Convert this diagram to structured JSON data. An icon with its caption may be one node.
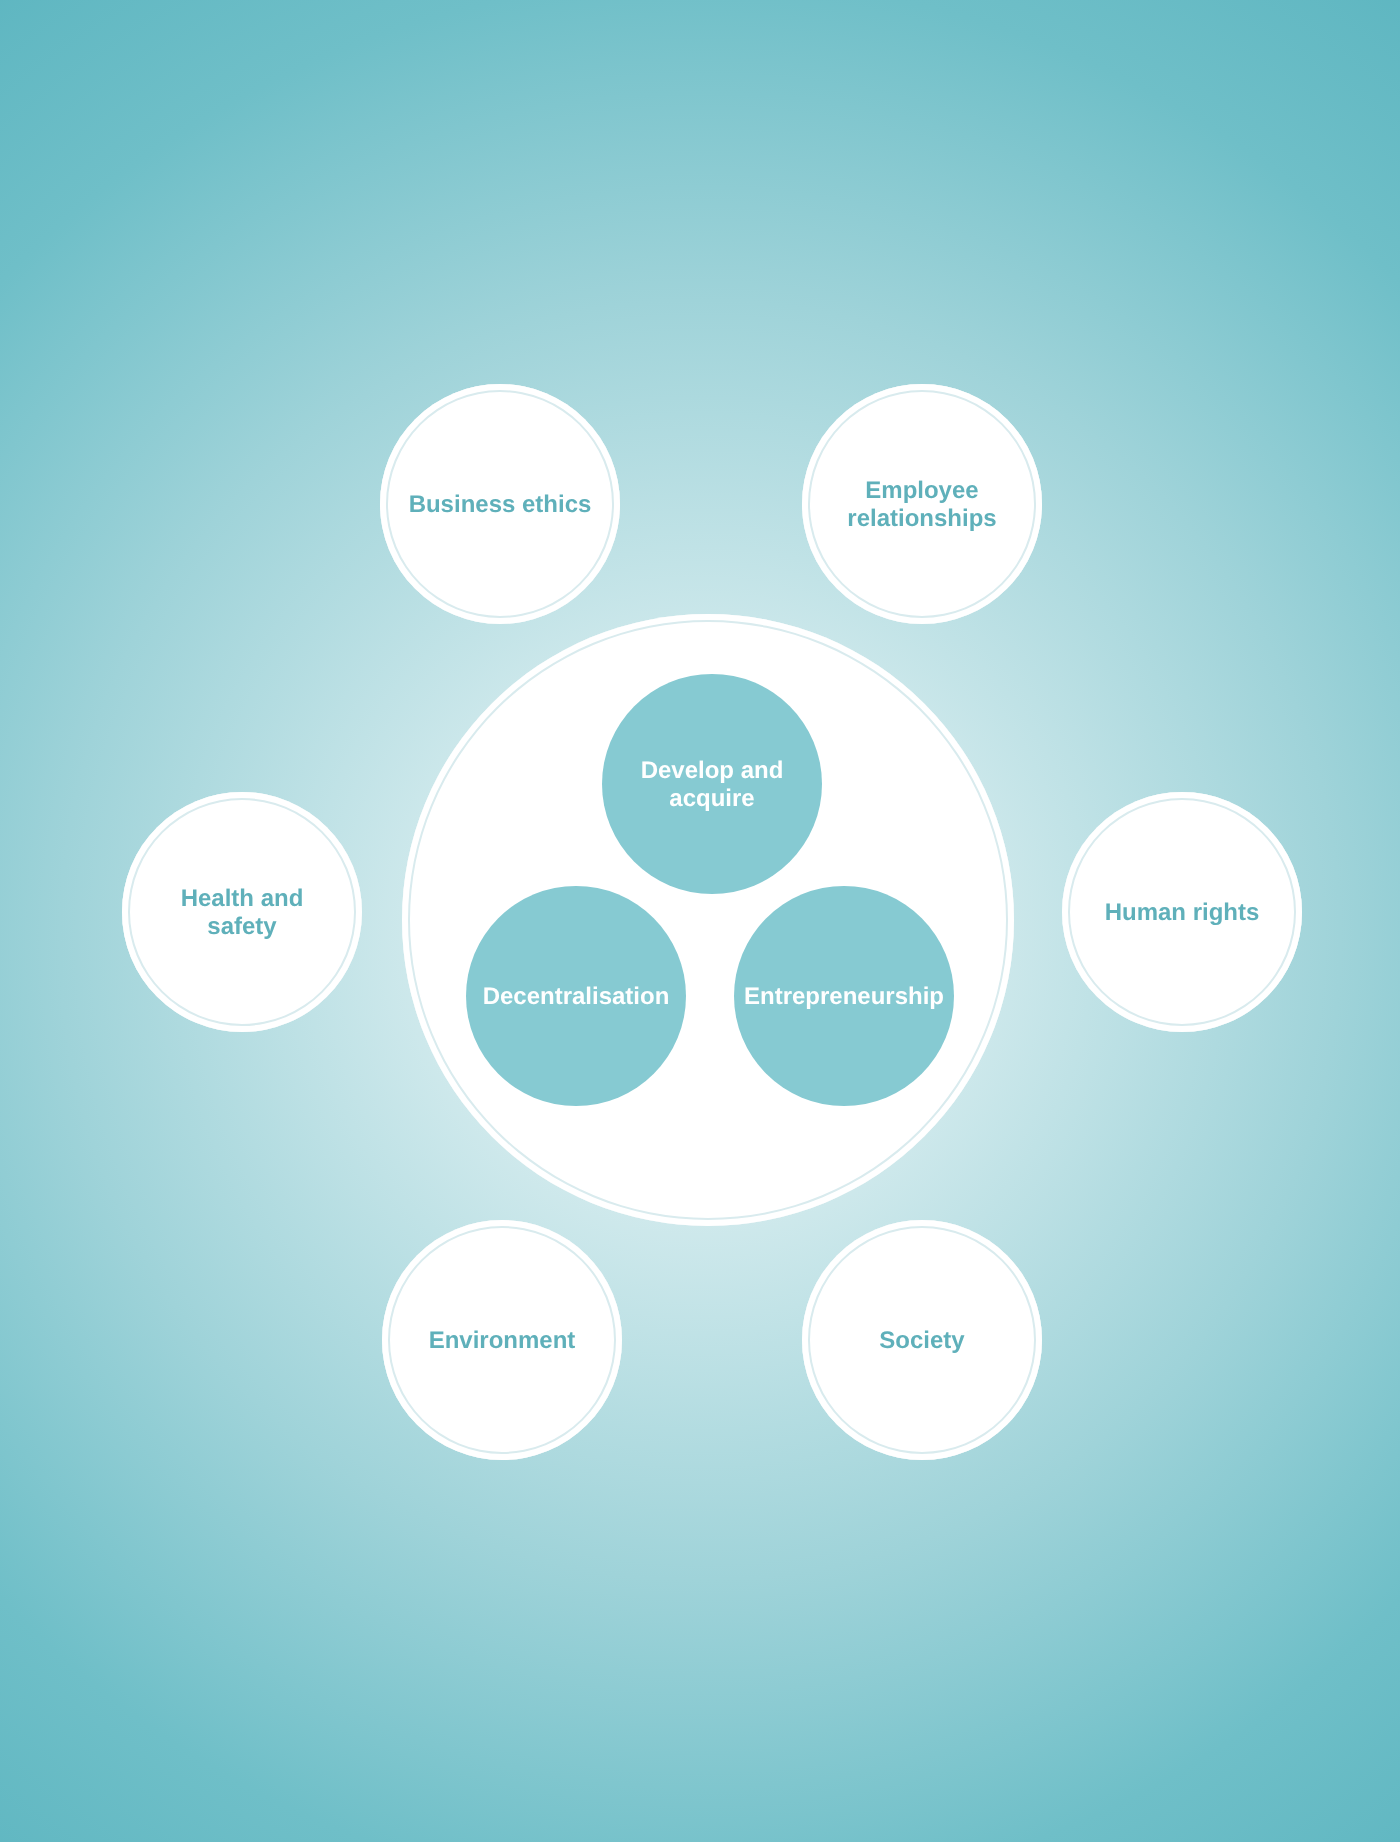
{
  "diagram": {
    "nodes": [
      {
        "text": [
          "Business ethics"
        ]
      },
      {
        "text": [
          "Employee relationships"
        ]
      },
      {
        "text": [
          "Health and safety"
        ]
      },
      {
        "text": [],
        "shape": "circle"
      },
      {
        "text": [
          "Develop and acquire"
        ],
        "in": 3
      },
      {
        "text": [
          "Decentralisation"
        ],
        "in": 3
      },
      {
        "text": [
          "Entrepreneurship"
        ],
        "in": 3
      },
      {
        "text": [
          "Human rights"
        ]
      },
      {
        "text": [
          "Environment"
        ]
      },
      {
        "text": [
          "Society"
        ]
      }
    ]
  }
}
